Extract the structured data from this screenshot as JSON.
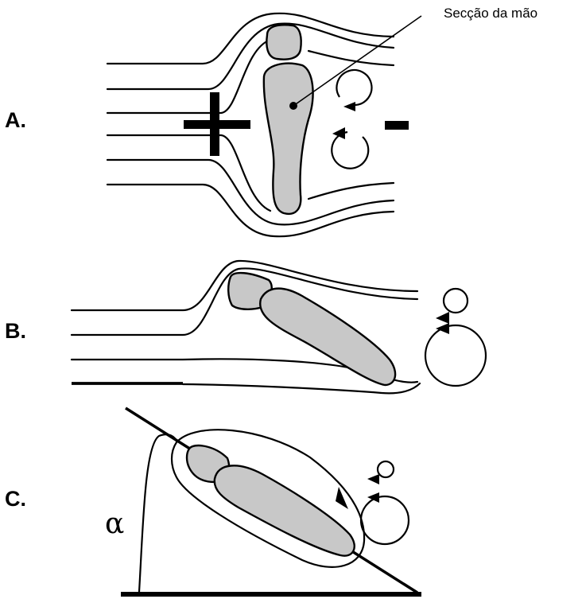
{
  "labels": {
    "panel_a": "A.",
    "panel_b": "B.",
    "panel_c": "C.",
    "callout": "Secção da mão",
    "plus": "+",
    "minus": "-",
    "angle": "α"
  },
  "colors": {
    "hand_fill": "#c8c8c8",
    "ink": "#000000",
    "background": "#ffffff"
  }
}
